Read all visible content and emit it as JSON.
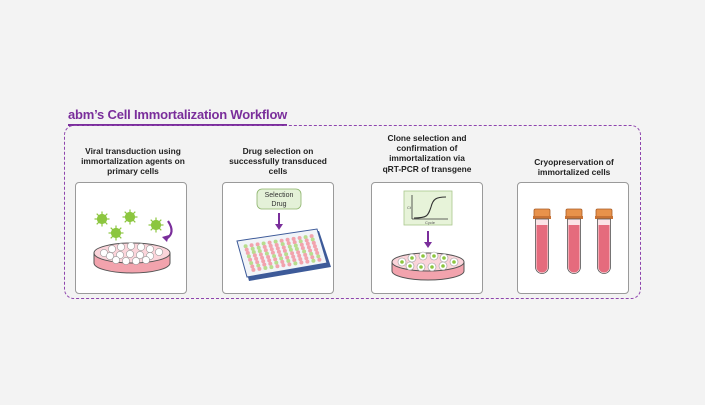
{
  "title": "abm’s Cell Immortalization Workflow",
  "steps": [
    {
      "label": "Viral transduction using\nimmortalization agents on\nprimary cells"
    },
    {
      "label": "Drug selection on\nsuccessfully transduced\ncells",
      "badge_line1": "Selection",
      "badge_line2": "Drug"
    },
    {
      "label": "Clone selection and\nconfirmation of\nimmortalization via\nqRT-PCR of transgene",
      "graph_ylabel": "Ct",
      "graph_xlabel": "Cycle"
    },
    {
      "label": "Cryopreservation of\nimmortalized cells"
    }
  ],
  "colors": {
    "accent": "#7a2e9b",
    "virus": "#8cc63f",
    "dish_pink": "#f2a3ad",
    "tube_cap": "#e8924b",
    "tube_liquid": "#e56b7d"
  }
}
